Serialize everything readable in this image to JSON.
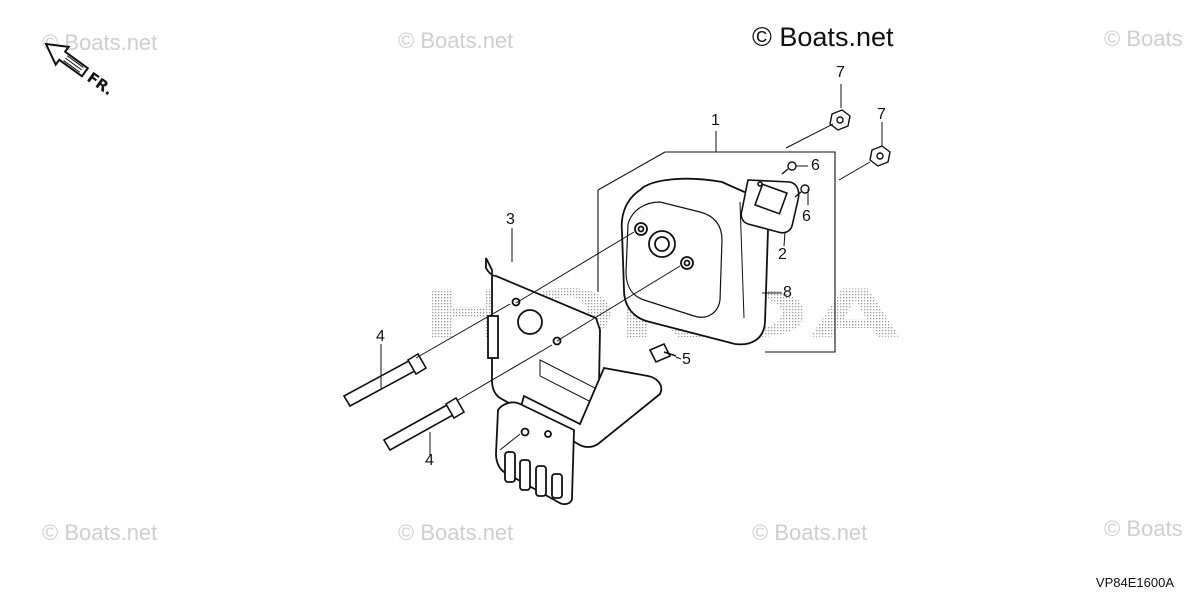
{
  "watermarks": [
    "© Boats.net",
    "© Boats.net",
    "© Boats",
    "© Boats.net",
    "© Boats.net",
    "© Boats.net",
    "© Boats"
  ],
  "copyright": "© Boats.net",
  "front_indicator": "FR.",
  "brand_watermark": "HONDA",
  "diagram_code": "VP84E1600A",
  "callouts": {
    "c1": "1",
    "c2": "2",
    "c3": "3",
    "c4a": "4",
    "c4b": "4",
    "c5": "5",
    "c6a": "6",
    "c6b": "6",
    "c7a": "7",
    "c7b": "7",
    "c8": "8"
  }
}
